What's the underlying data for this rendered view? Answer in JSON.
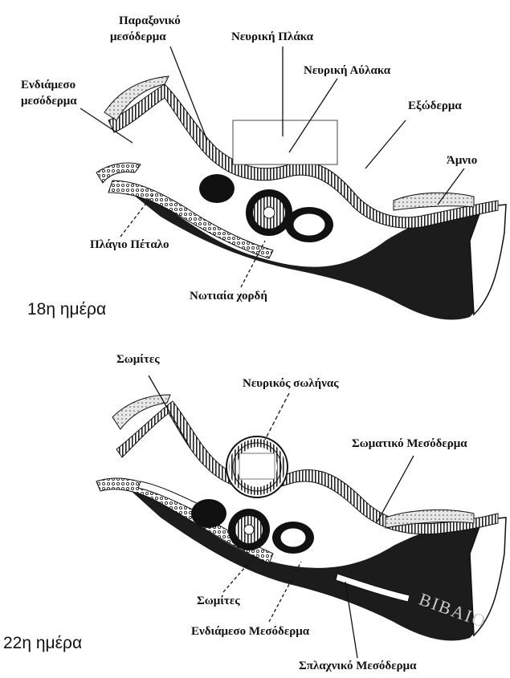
{
  "panel_top": {
    "day_label": "18η ημέρα",
    "labels": {
      "paraxial_line1": "Παραξονικό",
      "paraxial_line2": "μεσόδερμα",
      "neural_plate": "Νευρική Πλάκα",
      "neural_groove": "Νευρική Αύλακα",
      "intermediate_line1": "Ενδιάμεσο",
      "intermediate_line2": "μεσόδερμα",
      "ectoderm": "Εξώδερμα",
      "amnion": "Άμνιο",
      "lateral_plate": "Πλάγιο Πέταλο",
      "notochord": "Νωτιαία χορδή"
    }
  },
  "panel_bottom": {
    "day_label": "22η ημέρα",
    "labels": {
      "somites_top": "Σωμίτες",
      "neural_tube": "Νευρικός σωλήνας",
      "somatic_mesoderm": "Σωματικό Μεσόδερμα",
      "somites_bottom": "Σωμίτες",
      "intermediate_mesoderm": "Ενδιάμεσο Μεσόδερμα",
      "splanchnic_mesoderm": "Σπλαχνικό Μεσόδερμα"
    }
  },
  "watermark": "BIBAIO",
  "colors": {
    "ink": "#111111",
    "tissue": "#1c1c1c",
    "light_tissue": "#d8d8d8",
    "watermark": "#c9c9c9"
  }
}
